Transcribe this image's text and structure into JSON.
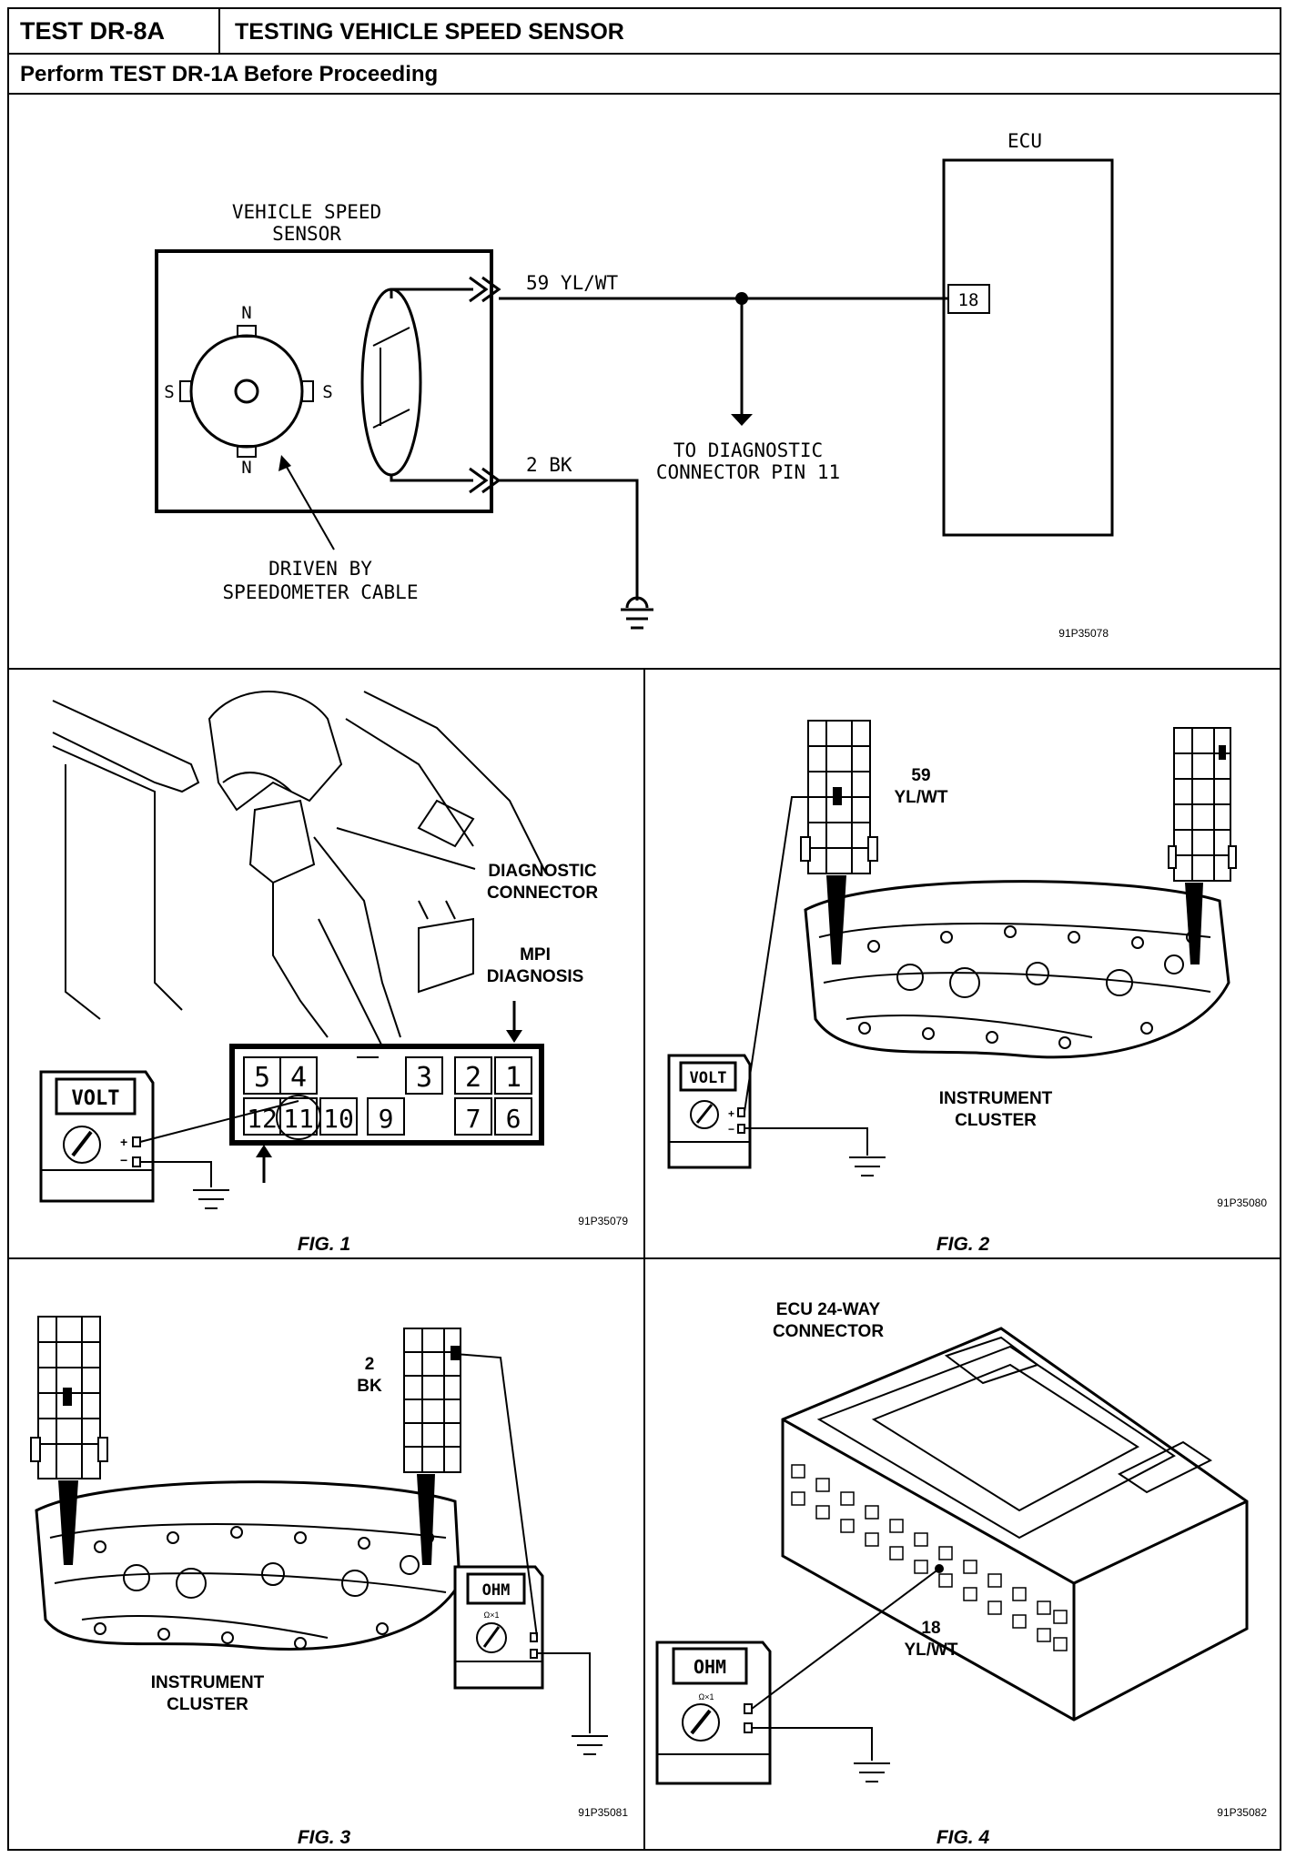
{
  "header": {
    "test_id": "TEST DR-8A",
    "title": "TESTING VEHICLE SPEED SENSOR",
    "instruction": "Perform TEST DR-1A Before Proceeding"
  },
  "schematic": {
    "ecu_label": "ECU",
    "sensor_label_line1": "VEHICLE SPEED",
    "sensor_label_line2": "SENSOR",
    "pole_n_top": "N",
    "pole_n_bottom": "N",
    "pole_s_left": "S",
    "pole_s_right": "S",
    "wire_signal": "59  YL/WT",
    "wire_ground": "2  BK",
    "ecu_pin": "18",
    "diag_line1": "TO DIAGNOSTIC",
    "diag_line2": "CONNECTOR PIN 11",
    "driven_line1": "DRIVEN BY",
    "driven_line2": "SPEEDOMETER CABLE",
    "code": "91P35078"
  },
  "fig1": {
    "caption": "FIG. 1",
    "code": "91P35079",
    "diag_label_line1": "DIAGNOSTIC",
    "diag_label_line2": "CONNECTOR",
    "mpi_line1": "MPI",
    "mpi_line2": "DIAGNOSIS",
    "meter_label": "VOLT",
    "meter_plus": "+",
    "meter_minus": "−",
    "pins_top": [
      "5",
      "4",
      "3",
      "2",
      "1"
    ],
    "pins_bottom": [
      "12",
      "11",
      "10",
      "9",
      "7",
      "6"
    ]
  },
  "fig2": {
    "caption": "FIG. 2",
    "code": "91P35080",
    "wire_line1": "59",
    "wire_line2": "YL/WT",
    "cluster_line1": "INSTRUMENT",
    "cluster_line2": "CLUSTER",
    "meter_label": "VOLT",
    "meter_plus": "+",
    "meter_minus": "−"
  },
  "fig3": {
    "caption": "FIG. 3",
    "code": "91P35081",
    "wire_line1": "2",
    "wire_line2": "BK",
    "cluster_line1": "INSTRUMENT",
    "cluster_line2": "CLUSTER",
    "meter_label": "OHM",
    "meter_scale": "Ω×1"
  },
  "fig4": {
    "caption": "FIG. 4",
    "code": "91P35082",
    "conn_line1": "ECU 24-WAY",
    "conn_line2": "CONNECTOR",
    "pin_line1": "18",
    "pin_line2": "YL/WT",
    "meter_label": "OHM",
    "meter_scale": "Ω×1"
  }
}
